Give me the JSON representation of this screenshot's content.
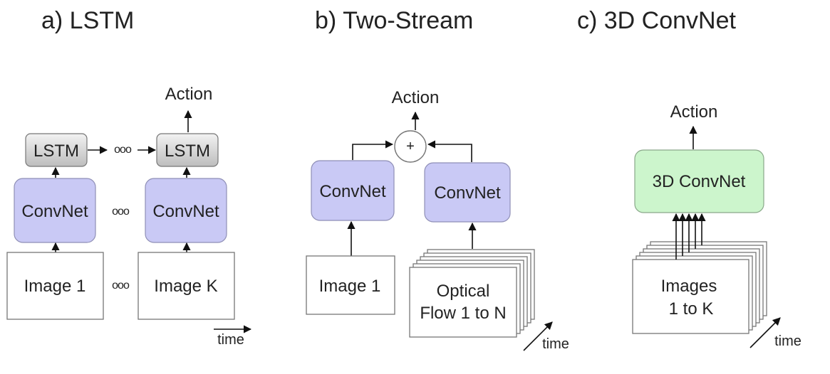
{
  "panels": {
    "a": {
      "title": "a) LSTM",
      "action": "Action",
      "lstm_first": "LSTM",
      "lstm_last": "LSTM",
      "convnet_first": "ConvNet",
      "convnet_last": "ConvNet",
      "image_first": "Image 1",
      "image_last": "Image K",
      "ellipsis": "ooo",
      "time": "time"
    },
    "b": {
      "title": "b) Two-Stream",
      "action": "Action",
      "fusion": "+",
      "convnet_rgb": "ConvNet",
      "convnet_flow": "ConvNet",
      "image": "Image 1",
      "flow_line1": "Optical",
      "flow_line2": "Flow 1 to N",
      "time": "time"
    },
    "c": {
      "title": "c) 3D ConvNet",
      "action": "Action",
      "convnet3d": "3D ConvNet",
      "images_line1": "Images",
      "images_line2": "1 to K",
      "time": "time"
    }
  },
  "colors": {
    "convnet_fill": "#c9c9f5",
    "convnet3d_fill": "#ccf5cc",
    "lstm_fill_top": "#f2f2f2",
    "lstm_fill_bottom": "#bdbdbd",
    "box_border": "#777777",
    "line": "#111111"
  }
}
